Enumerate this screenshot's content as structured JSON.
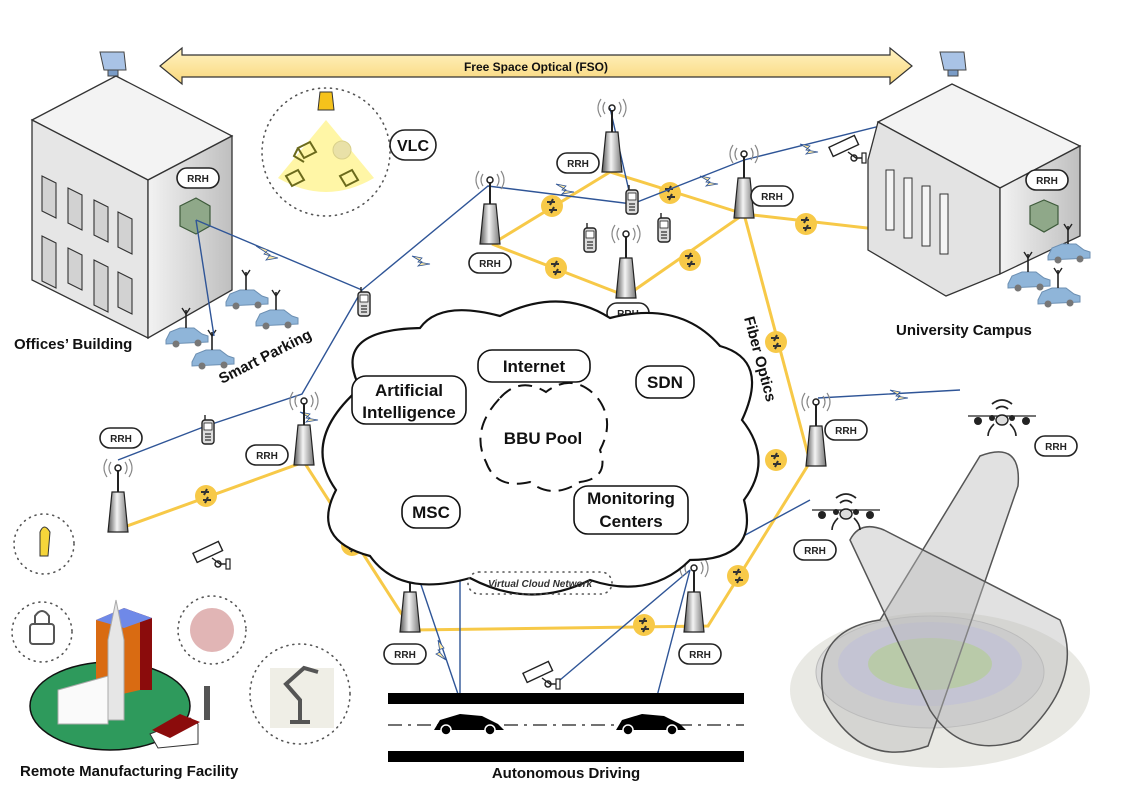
{
  "title": "Virtual Cloud Network based C-RAN / 5G smart environment diagram",
  "fso_banner": {
    "label": "Free Space Optical (FSO)",
    "color": "#fbe39a"
  },
  "labels": {
    "vlc": "VLC",
    "offices_building": "Offices’ Building",
    "smart_parking": "Smart Parking",
    "university_campus": "University Campus",
    "fiber_optics": "Fiber Optics",
    "remote_manufacturing": "Remote Manufacturing Facility",
    "autonomous_driving": "Autonomous Driving",
    "virtual_cloud_network": "Virtual Cloud Network"
  },
  "rrh_label": "RRH",
  "cloud": {
    "items": [
      {
        "id": "internet",
        "label": "Internet"
      },
      {
        "id": "ai",
        "lines": [
          "Artificial",
          "Intelligence"
        ]
      },
      {
        "id": "sdn",
        "label": "SDN"
      },
      {
        "id": "bbu",
        "label": "BBU Pool"
      },
      {
        "id": "msc",
        "label": "MSC"
      },
      {
        "id": "monitoring",
        "lines": [
          "Monitoring",
          "Centers"
        ]
      }
    ]
  },
  "colors": {
    "fiber": "#f7c948",
    "wireless": "#2f5597",
    "building": "#e6e6e6",
    "rrh_box": "#8fa889",
    "car": "#8fb5d9"
  }
}
